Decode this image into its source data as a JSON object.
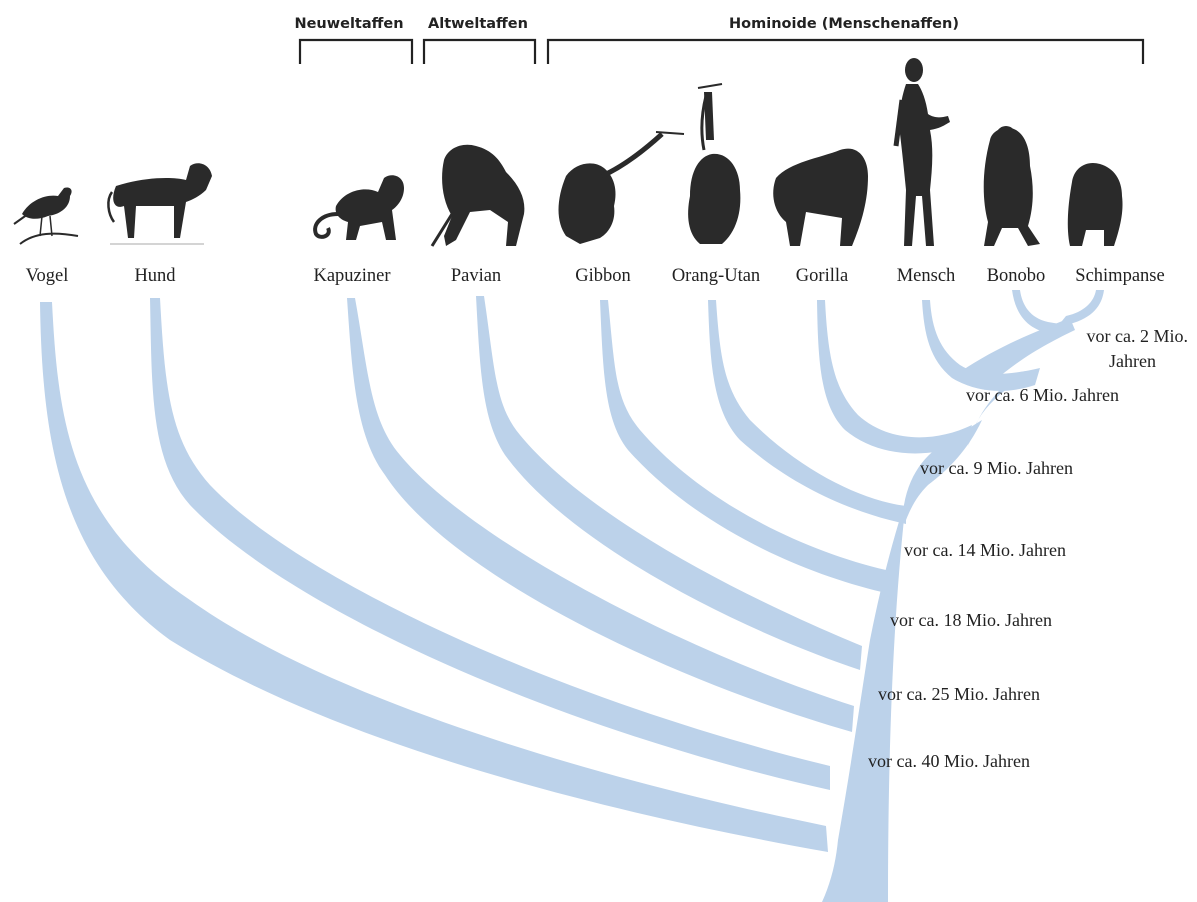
{
  "groups": {
    "new_world": "Neuweltaffen",
    "old_world": "Altweltaffen",
    "hominoids": "Hominoide (Menschenaffen)"
  },
  "taxa": {
    "vogel": "Vogel",
    "hund": "Hund",
    "kapuziner": "Kapuziner",
    "pavian": "Pavian",
    "gibbon": "Gibbon",
    "orang_utan": "Orang-Utan",
    "gorilla": "Gorilla",
    "mensch": "Mensch",
    "bonobo": "Bonobo",
    "schimpanse": "Schimpanse"
  },
  "divergences": {
    "d2_line1": "vor ca. 2 Mio.",
    "d2_line2": "Jahren",
    "d6": "vor ca. 6 Mio. Jahren",
    "d9": "vor ca. 9 Mio. Jahren",
    "d14": "vor ca. 14 Mio. Jahren",
    "d18": "vor ca. 18 Mio. Jahren",
    "d25": "vor ca. 25 Mio. Jahren",
    "d40": "vor ca. 40 Mio. Jahren"
  },
  "colors": {
    "branch": "#bcd2ea",
    "bracket": "#222222",
    "text": "#222222",
    "animal": "#2a2a2a"
  },
  "icons": {
    "vogel": "bird-icon",
    "hund": "dog-icon",
    "kapuziner": "capuchin-icon",
    "pavian": "baboon-icon",
    "gibbon": "gibbon-icon",
    "orang_utan": "orangutan-icon",
    "gorilla": "gorilla-icon",
    "mensch": "human-icon",
    "bonobo": "bonobo-icon",
    "schimpanse": "chimpanzee-icon"
  }
}
